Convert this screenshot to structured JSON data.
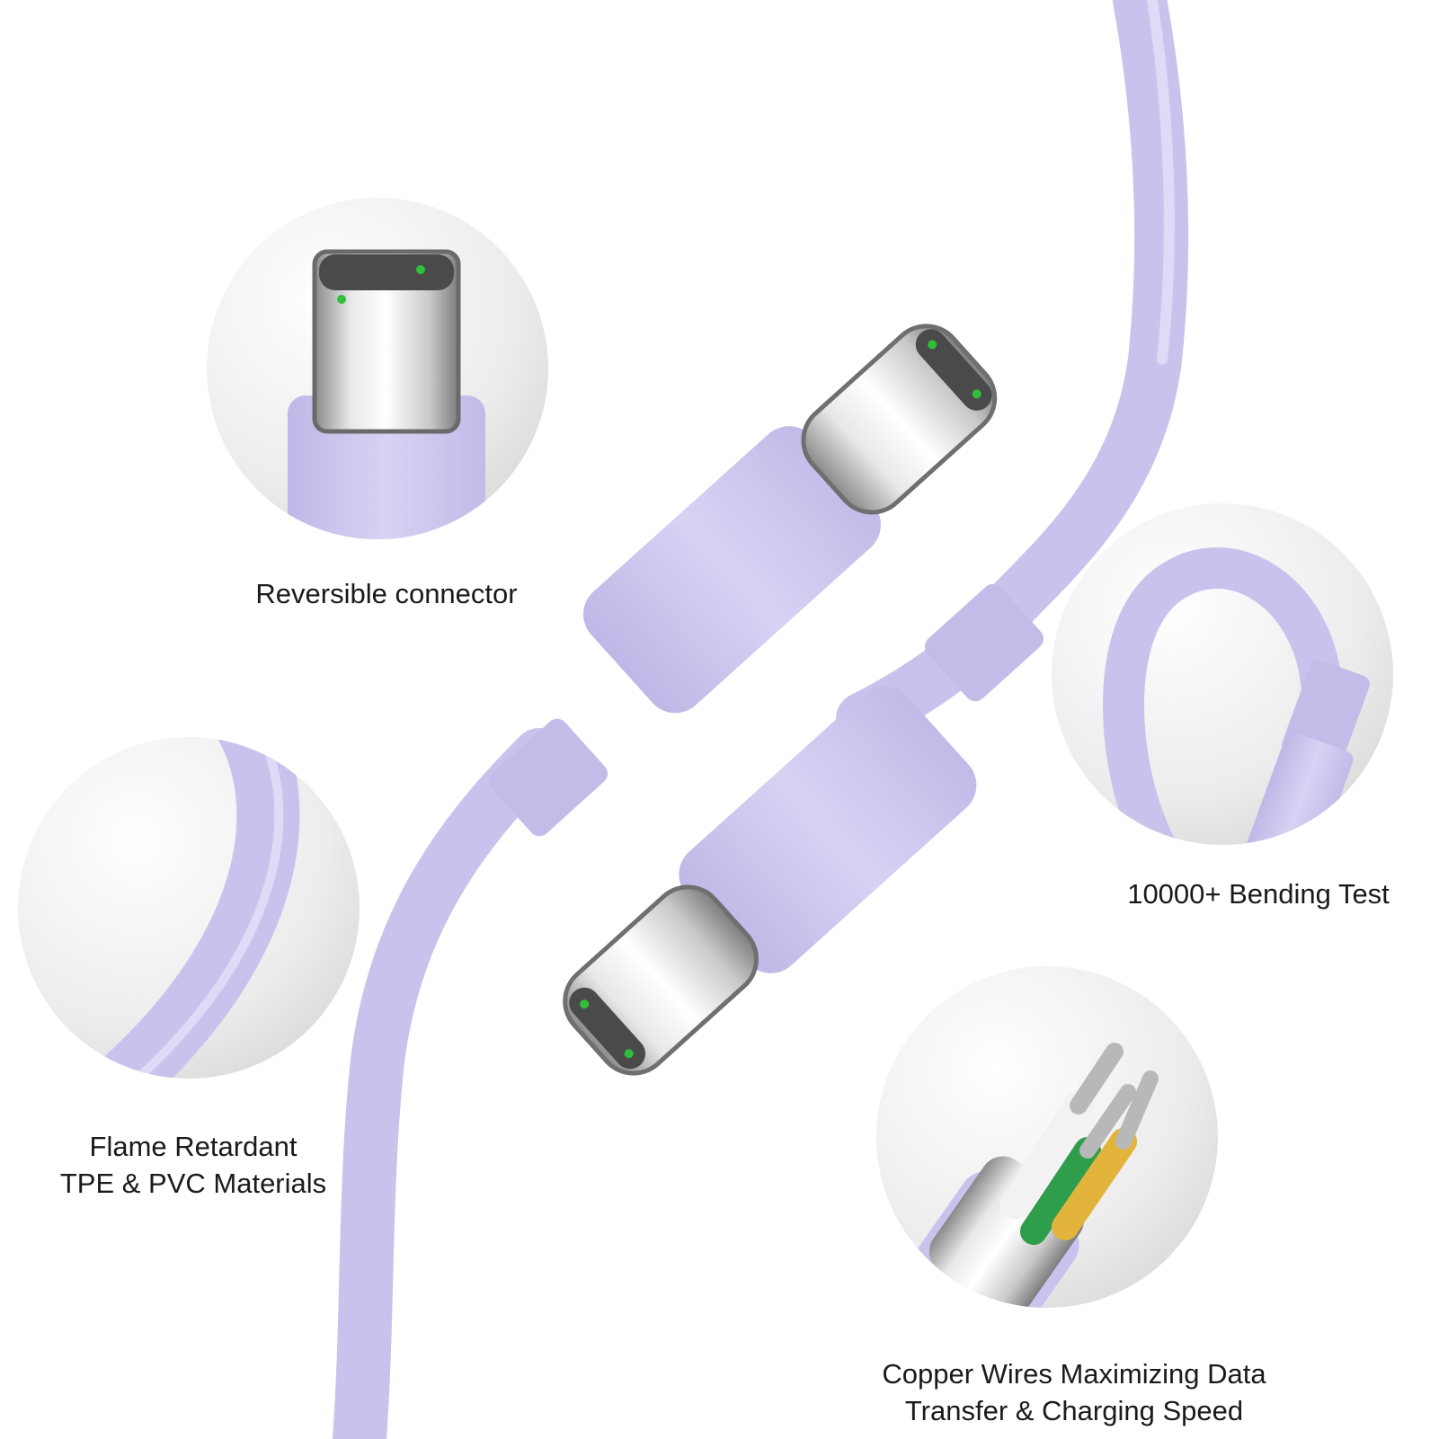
{
  "features": {
    "reversible": {
      "lines": [
        "Reversible connector"
      ]
    },
    "bending": {
      "lines": [
        "10000+ Bending Test"
      ]
    },
    "flame": {
      "lines": [
        "Flame Retardant",
        "TPE & PVC Materials"
      ]
    },
    "copper": {
      "lines": [
        "Copper Wires Maximizing Data",
        "Transfer & Charging Speed"
      ]
    }
  },
  "colors": {
    "cable": "#cdc9ee",
    "cable_shadow": "#b6b1e0",
    "metal": "#dcdcdc",
    "indicator": "#2fbf3a",
    "wire_green": "#2e9e4c",
    "wire_yellow": "#e3b43c",
    "wire_white": "#f2f2f2"
  }
}
